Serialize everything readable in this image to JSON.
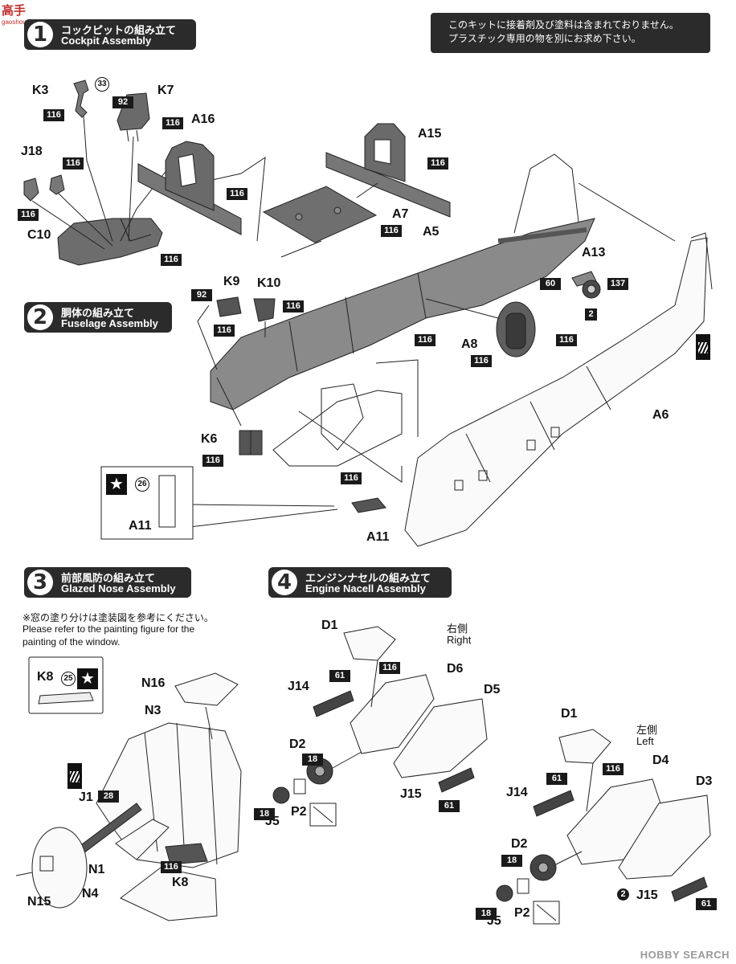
{
  "watermark": {
    "brand": "高手",
    "sub": "gaoshou.com"
  },
  "notice": {
    "line1": "このキットに接着剤及び塗料は含まれておりません。",
    "line2": "プラスチック専用の物を別にお求め下さい。"
  },
  "steps": [
    {
      "num": "1",
      "jp": "コックピットの組み立て",
      "en": "Cockpit Assembly"
    },
    {
      "num": "2",
      "jp": "胴体の組み立て",
      "en": "Fuselage Assembly"
    },
    {
      "num": "3",
      "jp": "前部風防の組み立て",
      "en": "Glazed Nose Assembly"
    },
    {
      "num": "4",
      "jp": "エンジンナセルの組み立て",
      "en": "Engine Nacell Assembly"
    }
  ],
  "note3": {
    "jp": "※窓の塗り分けは塗装図を参考にください。",
    "en1": "Please refer to the painting figure for the",
    "en2": "painting of the window."
  },
  "sides": {
    "right_jp": "右側",
    "right_en": "Right",
    "left_jp": "左側",
    "left_en": "Left"
  },
  "parts": {
    "K3": "K3",
    "K7": "K7",
    "J18": "J18",
    "C10": "C10",
    "A16": "A16",
    "A15": "A15",
    "A7": "A7",
    "A5": "A5",
    "A13": "A13",
    "K9": "K9",
    "K10": "K10",
    "A8": "A8",
    "A6": "A6",
    "K6": "K6",
    "A11a": "A11",
    "A11b": "A11",
    "K8a": "K8",
    "N16": "N16",
    "N3": "N3",
    "J1": "J1",
    "N1": "N1",
    "N4": "N4",
    "N15": "N15",
    "K8b": "K8",
    "D1a": "D1",
    "D6": "D6",
    "D5": "D5",
    "J14a": "J14",
    "D2a": "D2",
    "J15a": "J15",
    "J5a": "J5",
    "P2a": "P2",
    "D1b": "D1",
    "D4": "D4",
    "D3": "D3",
    "J14b": "J14",
    "D2b": "D2",
    "J15b": "J15",
    "J5b": "J5",
    "P2b": "P2"
  },
  "colors": {
    "c33": "33",
    "c116": "116",
    "c92": "92",
    "c60": "60",
    "c137": "137",
    "c2": "2",
    "c26": "26",
    "c25": "25",
    "c28": "28",
    "c18": "18",
    "c61": "61"
  },
  "footer": {
    "brand": "HOBBY SEARCH"
  },
  "theme": {
    "banner": "#2b2b2b",
    "part_fill": "#6e6e6e",
    "line": "#222222"
  }
}
